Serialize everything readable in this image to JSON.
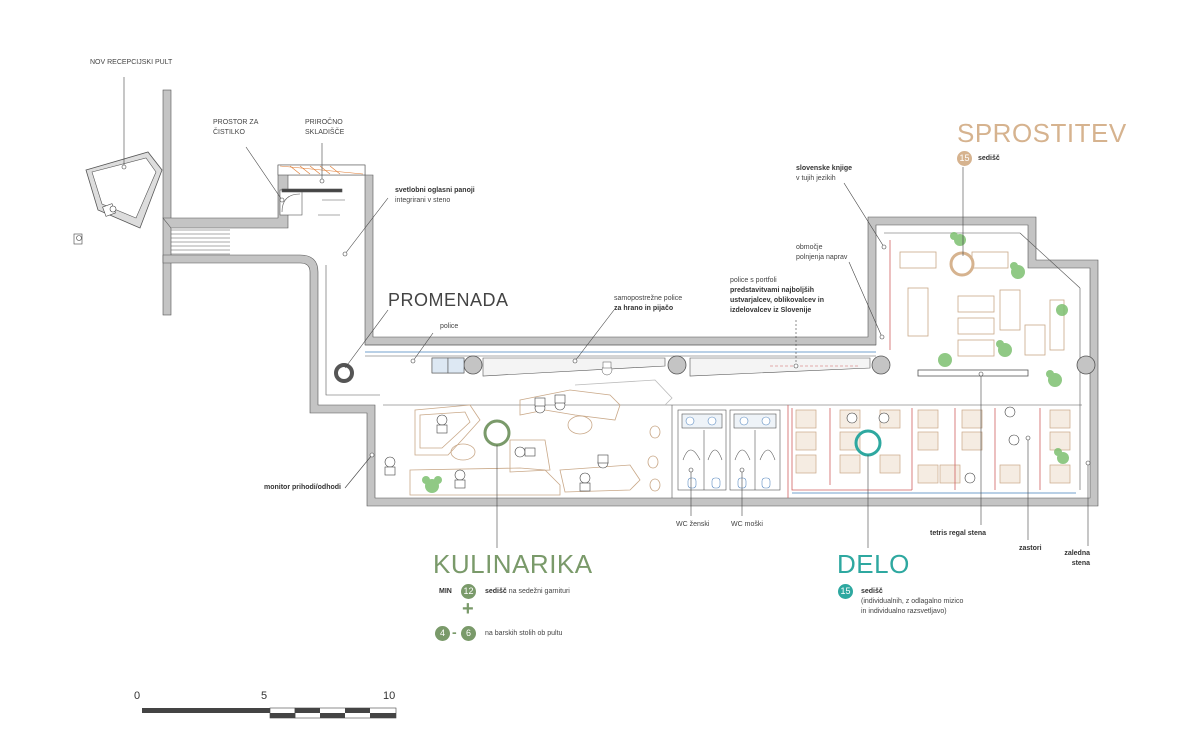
{
  "colors": {
    "wall": "#c4c4c4",
    "outline": "#555555",
    "furniture": "#c9a888",
    "kulinarika": "#7a9a6a",
    "sprostitev": "#d6b38f",
    "delo": "#2ea8a0",
    "accent_red": "#d06060",
    "blue": "#8fb4d8",
    "plant": "#7dc070"
  },
  "labels": {
    "nov_recepcijski_pult": "NOV RECEPCIJSKI PULT",
    "prostor_za_cistilko_1": "PROSTOR ZA",
    "prostor_za_cistilko_2": "ČISTILKO",
    "prirocno_skladisce_1": "PRIROČNO",
    "prirocno_skladisce_2": "SKLADIŠČE",
    "svetlobni_1": "svetlobni oglasni panoji",
    "svetlobni_2": "integrirani v steno",
    "promenada": "PROMENADA",
    "police": "police",
    "samopostrezne_1": "samopostrežne police",
    "samopostrezne_2": "za hrano in pijačo",
    "portfoli_1": "police s portfoli",
    "portfoli_2": "predstavitvami najboljših",
    "portfoli_3": "ustvarjalcev, oblikovalcev in",
    "portfoli_4": "izdelovalcev iz Slovenije",
    "obmocje_1": "območje",
    "obmocje_2": "polnjenja naprav",
    "slovenske_1": "slovenske knjige",
    "slovenske_2": "v tujih jezikih",
    "monitor": "monitor prihodi/odhodi",
    "wc_zenski": "WC ženski",
    "wc_moski": "WC moški",
    "tetris": "tetris regal stena",
    "zastori": "zastori",
    "zaledna_1": "zaledna",
    "zaledna_2": "stena"
  },
  "zones": {
    "sprostitev": {
      "title": "SPROSTITEV",
      "count": "15",
      "text": "sedišč"
    },
    "kulinarika": {
      "title": "KULINARIKA",
      "min": "MIN",
      "count": "12",
      "text_bold": "sedišč",
      "text": "na sedežni garnituri",
      "plus": "+",
      "range_from": "4",
      "range_sep": "-",
      "range_to": "6",
      "range_text": "na barskih stolih ob pultu"
    },
    "delo": {
      "title": "DELO",
      "count": "15",
      "text_bold": "sedišč",
      "text_1": "(individualnih, z odlagalno mizico",
      "text_2": "in individualno razsvetljavo)"
    }
  },
  "scale": {
    "ticks": [
      "0",
      "5",
      "10"
    ]
  }
}
